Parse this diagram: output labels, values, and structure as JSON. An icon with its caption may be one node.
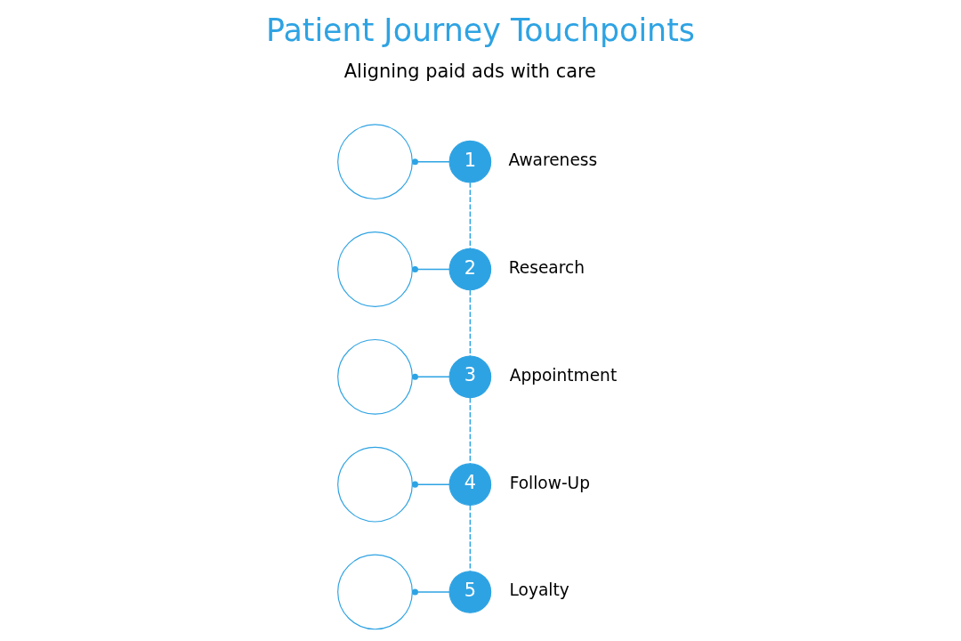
{
  "diagram": {
    "title": "Patient Journey Touchpoints",
    "nodes": [
      {
        "text": [],
        "shape": "circle"
      },
      {
        "text": [
          "1"
        ],
        "beside": [
          "Awareness"
        ]
      },
      {
        "text": [],
        "shape": "circle"
      },
      {
        "text": [
          "2"
        ],
        "beside": [
          "Research"
        ]
      },
      {
        "text": [],
        "shape": "circle"
      },
      {
        "text": [
          "3"
        ],
        "beside": [
          "Appointment"
        ]
      },
      {
        "text": [],
        "shape": "circle"
      },
      {
        "text": [
          "4"
        ],
        "beside": [
          "Follow-Up"
        ]
      },
      {
        "text": [],
        "shape": "circle"
      },
      {
        "text": [
          "5"
        ],
        "beside": [
          "Loyalty"
        ]
      }
    ],
    "edges": [
      {
        "from": 0,
        "to": 1,
        "arrow": "other"
      },
      {
        "from": 2,
        "to": 3,
        "arrow": "other"
      },
      {
        "from": 4,
        "to": 5,
        "arrow": "other"
      },
      {
        "from": 6,
        "to": 7,
        "arrow": "other"
      },
      {
        "from": 8,
        "to": 9,
        "arrow": "other"
      },
      {
        "from": 1,
        "to": 3,
        "arrow": "none",
        "style": "dashed"
      },
      {
        "from": 3,
        "to": 5,
        "arrow": "none",
        "style": "dashed"
      },
      {
        "from": 5,
        "to": 7,
        "arrow": "none",
        "style": "dashed"
      },
      {
        "from": 7,
        "to": 9,
        "arrow": "none",
        "style": "dashed"
      }
    ],
    "labels": [
      "Aligning paid ads with care"
    ]
  }
}
